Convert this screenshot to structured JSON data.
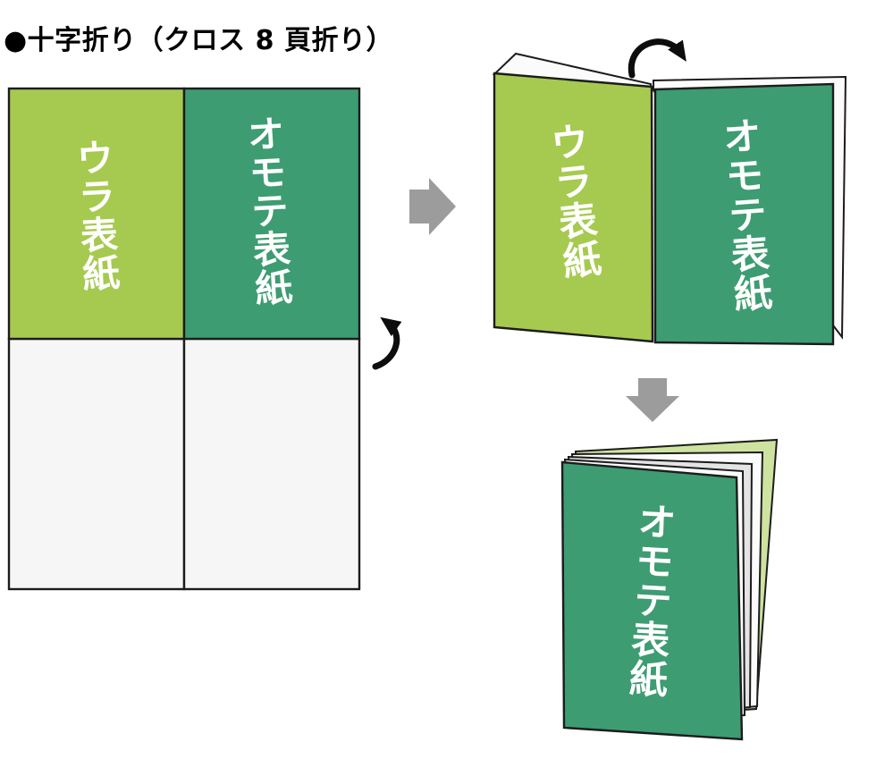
{
  "title": "●十字折り（クロス 8 頁折り）",
  "flat_sheet": {
    "back_cover_label": "ウラ表紙",
    "front_cover_label": "オモテ表紙"
  },
  "half_folded": {
    "back_cover_label": "ウラ表紙",
    "front_cover_label": "オモテ表紙"
  },
  "final_folded": {
    "front_cover_label": "オモテ表紙"
  },
  "colors": {
    "light_green": "#a6ca4f",
    "teal": "#3d9c72",
    "pale_green": "#cfe3a0",
    "page_white": "#fbfbfb",
    "page_gray": "#e4e4e4",
    "blank_panel": "#f5f6f5",
    "arrow_gray": "#9c9c9c",
    "outline": "#1c1c1c",
    "label_white": "#ffffff",
    "title_black": "#000000"
  }
}
